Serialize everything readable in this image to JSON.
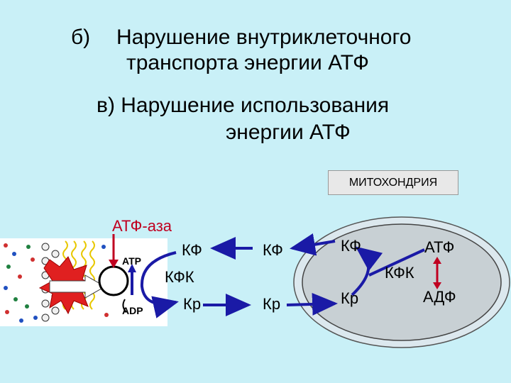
{
  "heading_b": {
    "marker": "б)",
    "line1": "Нарушение   внутриклеточного",
    "line2": "транспорта энергии АТФ"
  },
  "heading_c": {
    "line1": "в) Нарушение использования",
    "line2": "энергии  АТФ"
  },
  "mito_label": "МИТОХОНДРИЯ",
  "atpase_label": "АТФ-аза",
  "membrane": {
    "atp": "ATP",
    "adp": "ADP"
  },
  "cytosol": {
    "kf_left": "КФ",
    "kfk_left": "КФК",
    "kr_left": "Кр",
    "kf_mid": "КФ",
    "kr_mid": "Кр"
  },
  "mitochondrion": {
    "kf": "КФ",
    "kr": "Кр",
    "kfk": "КФК",
    "atf": "АТФ",
    "adf": "АДФ"
  },
  "colors": {
    "background": "#c9f0f7",
    "arrow": "#1a1aa6",
    "atpase": "#c00020",
    "mito_fill": "#c8d0d4"
  }
}
